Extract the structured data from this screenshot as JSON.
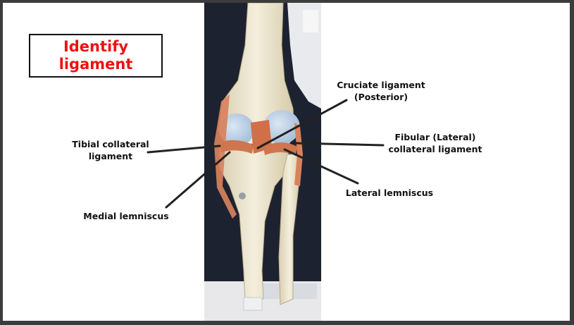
{
  "title": "Identify\nligament",
  "labels": {
    "cruciate": "Cruciate ligament\n(Posterior)",
    "tibial_collateral": "Tibial collateral\nligament",
    "fibular_collateral": "Fibular (Lateral)\ncollateral ligament",
    "lateral_lemniscus": "Lateral lemniscus",
    "medial_lemniscus": "Medial lemniscus"
  },
  "colors": {
    "title": "#ee1111",
    "bone": "#f1ead6",
    "ligament": "#d8825c",
    "cartilage": "#b9cfe6",
    "background_photo": "#1d2230"
  }
}
